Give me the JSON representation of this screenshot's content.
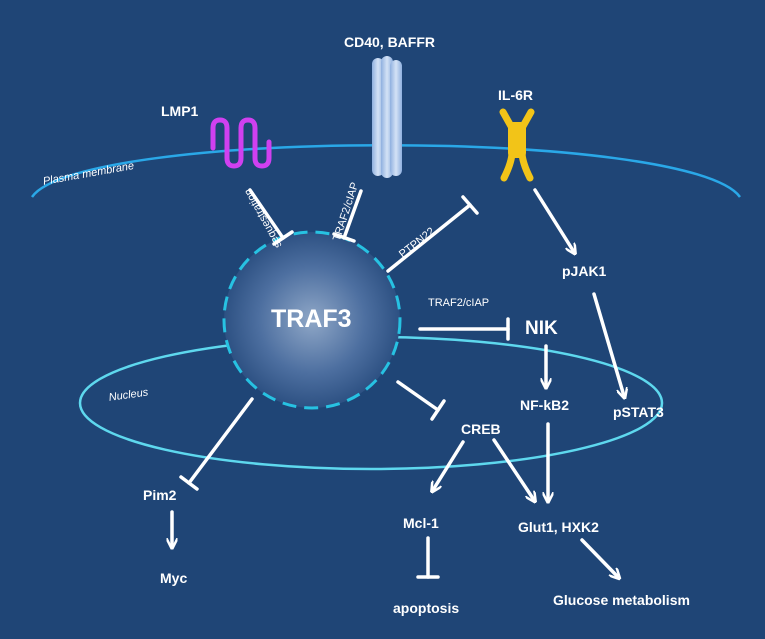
{
  "membrane": {
    "plasma": "Plasma membrane",
    "nucleus": "Nucleus"
  },
  "receptors": {
    "lmp1": "LMP1",
    "cd40": "CD40, BAFFR",
    "il6r": "IL-6R"
  },
  "center": {
    "traf3": "TRAF3"
  },
  "edges": {
    "sequestration": "sequestration",
    "traf2_ciap_top": "TRAF2/cIAP",
    "ptpn22": "PTPN22",
    "traf2_ciap_nik": "TRAF2/cIAP"
  },
  "nodes": {
    "pjak1": "pJAK1",
    "nik": "NIK",
    "nfkb2": "NF-kB2",
    "pstat3": "pSTAT3",
    "creb": "CREB",
    "pim2": "Pim2",
    "myc": "Myc",
    "mcl1": "Mcl-1",
    "apoptosis": "apoptosis",
    "glut1": "Glut1, HXK2",
    "glucose": "Glucose metabolism"
  },
  "colors": {
    "background": "#1f4576",
    "plasma_membrane": "#2aa8e8",
    "nucleus": "#5ed8ee",
    "lmp1": "#d040f0",
    "cd40": "#a8c4ea",
    "il6r": "#f2c418",
    "traf3_dash": "#27c2e2"
  }
}
